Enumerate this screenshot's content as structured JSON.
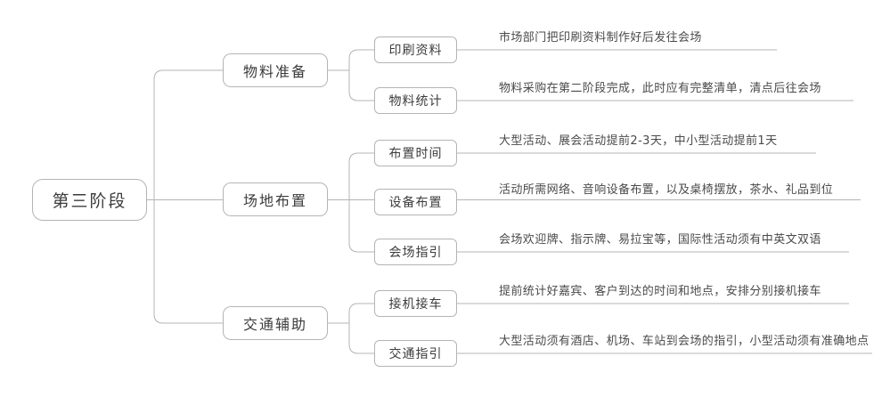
{
  "diagram": {
    "type": "mind-map",
    "root": {
      "label": "第三阶段"
    },
    "branches": [
      {
        "label": "物料准备",
        "leaves": [
          {
            "label": "印刷资料",
            "description": "市场部门把印刷资料制作好后发往会场"
          },
          {
            "label": "物料统计",
            "description": "物料采购在第二阶段完成，此时应有完整清单，清点后往会场"
          }
        ]
      },
      {
        "label": "场地布置",
        "leaves": [
          {
            "label": "布置时间",
            "description": "大型活动、展会活动提前2-3天，中小型活动提前1天"
          },
          {
            "label": "设备布置",
            "description": "活动所需网络、音响设备布置，以及桌椅摆放，茶水、礼品到位"
          },
          {
            "label": "会场指引",
            "description": "会场欢迎牌、指示牌、易拉宝等，国际性活动须有中英文双语"
          }
        ]
      },
      {
        "label": "交通辅助",
        "leaves": [
          {
            "label": "接机接车",
            "description": "提前统计好嘉宾、客户到达的时间和地点，安排分别接机接车"
          },
          {
            "label": "交通指引",
            "description": "大型活动须有酒店、机场、车站到会场的指引，小型活动须有准确地点"
          }
        ]
      }
    ],
    "colors": {
      "line": "#b4b4b4",
      "node_border": "#b4b4b4",
      "node_background": "#ffffff",
      "text": "#3c3c3c",
      "description_text": "#4a4a4a",
      "canvas_background": "#ffffff"
    }
  }
}
